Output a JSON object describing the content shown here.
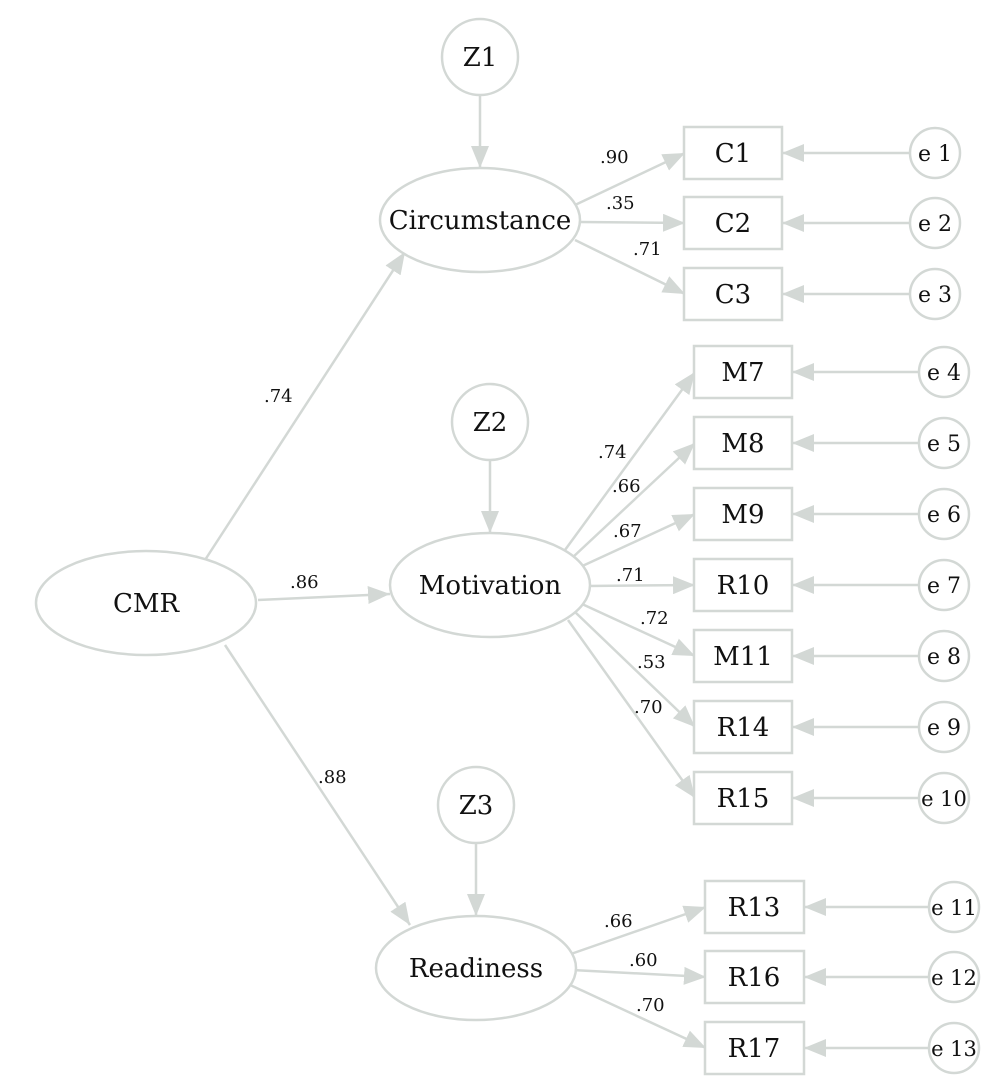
{
  "diagram": {
    "latent": {
      "cmr": "CMR",
      "circumstance": "Circumstance",
      "motivation": "Motivation",
      "readiness": "Readiness"
    },
    "disturbances": [
      "Z1",
      "Z2",
      "Z3"
    ],
    "indicators": [
      "C1",
      "C2",
      "C3",
      "M7",
      "M8",
      "M9",
      "R10",
      "M11",
      "R14",
      "R15",
      "R13",
      "R16",
      "R17"
    ],
    "errors": [
      "e 1",
      "e 2",
      "e 3",
      "e 4",
      "e 5",
      "e 6",
      "e 7",
      "e 8",
      "e 9",
      "e 10",
      "e 11",
      "e 12",
      "e 13"
    ],
    "structural_loadings": [
      ".74",
      ".86",
      ".88"
    ],
    "measurement_loadings": [
      ".90",
      ".35",
      ".71",
      ".74",
      ".66",
      ".67",
      ".71",
      ".72",
      ".53",
      ".70",
      ".66",
      ".60",
      ".70"
    ]
  }
}
